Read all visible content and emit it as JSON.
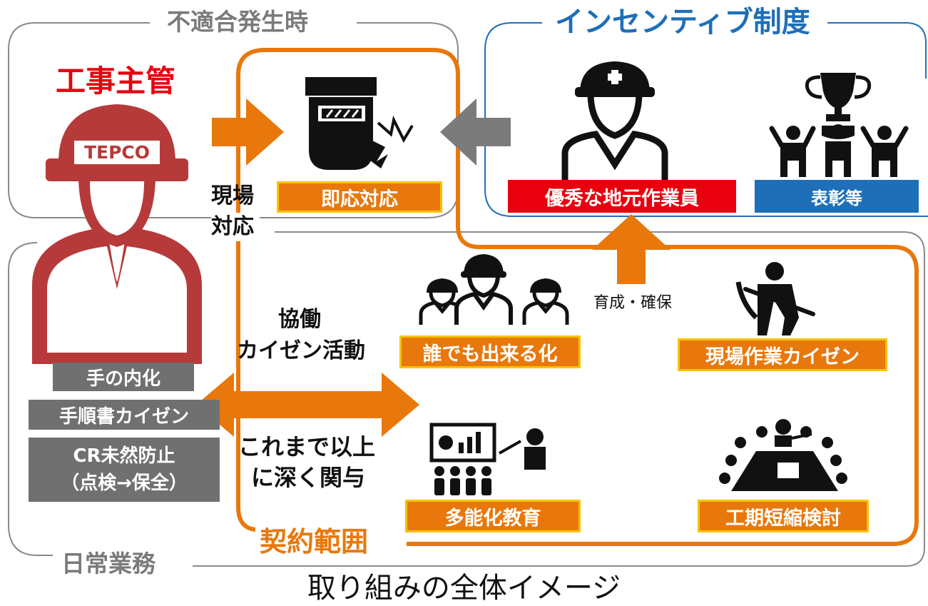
{
  "colors": {
    "orange": "#e8780c",
    "orange_border": "#f5c400",
    "red": "#e8000e",
    "tepco_red": "#b63a3a",
    "blue": "#1e6fb8",
    "gray_box": "#707070",
    "gray_arrow": "#7b7b7b",
    "title_gray": "#7a7a7a"
  },
  "sections": {
    "nonconformity_title": "不適合発生時",
    "incentive_title": "インセンティブ制度",
    "daily_title": "日常業務",
    "contract_title": "契約範囲"
  },
  "left": {
    "role_title": "工事主管",
    "helmet_text": "TEPCO",
    "tasks": [
      "手の内化",
      "手順書カイゼン"
    ],
    "cr_line1": "CR未然防止",
    "cr_line2": "（点検→保全）"
  },
  "center": {
    "onsite_line1": "現場",
    "onsite_line2": "対応",
    "immediate_label": "即応対応",
    "collab_line1": "協働",
    "collab_line2": "カイゼン活動",
    "deeper_line1": "これまで以上",
    "deeper_line2": "に深く関与"
  },
  "incentive": {
    "worker_label": "優秀な地元作業員",
    "award_label": "表彰等",
    "develop_label": "育成・確保"
  },
  "contract": {
    "anyone_label": "誰でも出来る化",
    "site_kaizen_label": "現場作業カイゼン",
    "multiskill_label": "多能化教育",
    "schedule_label": "工期短縮検討"
  },
  "caption": "取り組みの全体イメージ",
  "icons": [
    "worker-helmet-icon",
    "breaker-icon",
    "team-icon",
    "digging-worker-icon",
    "presentation-icon",
    "meeting-icon",
    "trophy-icon"
  ]
}
